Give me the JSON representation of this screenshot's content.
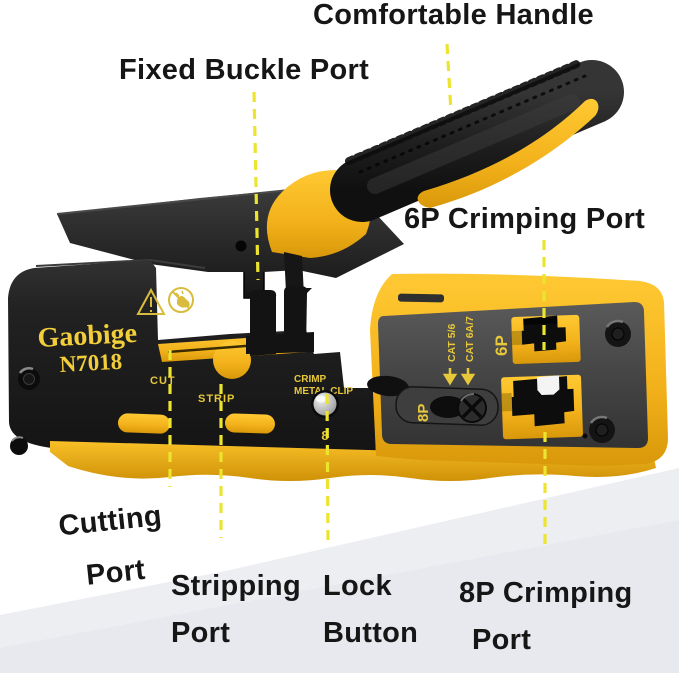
{
  "labels": {
    "comfortable_handle": {
      "text": "Comfortable Handle"
    },
    "fixed_buckle_port": {
      "text": "Fixed Buckle Port"
    },
    "crimping_port_6p": {
      "text": "6P Crimping Port"
    },
    "cutting_port": {
      "line1": "Cutting",
      "line2": "Port"
    },
    "stripping_port": {
      "line1": "Stripping",
      "line2": "Port"
    },
    "lock_button": {
      "line1": "Lock",
      "line2": "Button"
    },
    "crimping_port_8p": {
      "line1": "8P Crimping",
      "line2": "Port"
    }
  },
  "tool_markings": {
    "brand": "Gaobige",
    "model": "N7018",
    "cut": "CUT",
    "strip": "STRIP",
    "crimp_line1": "CRIMP",
    "crimp_line2": "METAL CLIP",
    "cat_a": "CAT 5/6",
    "cat_b": "CAT 6A/7",
    "port_6p": "6P",
    "port_8p": "8P",
    "lock_digit": "8"
  },
  "colors": {
    "tool_yellow": "#F3B51E",
    "tool_black": "#1C1C1C",
    "plate_gray": "#474747",
    "marking_yellow": "#E7C83B",
    "leader_line_yellow": "#ECE42F",
    "label_text": "#161616",
    "background_shade": "#EDEEF2"
  }
}
